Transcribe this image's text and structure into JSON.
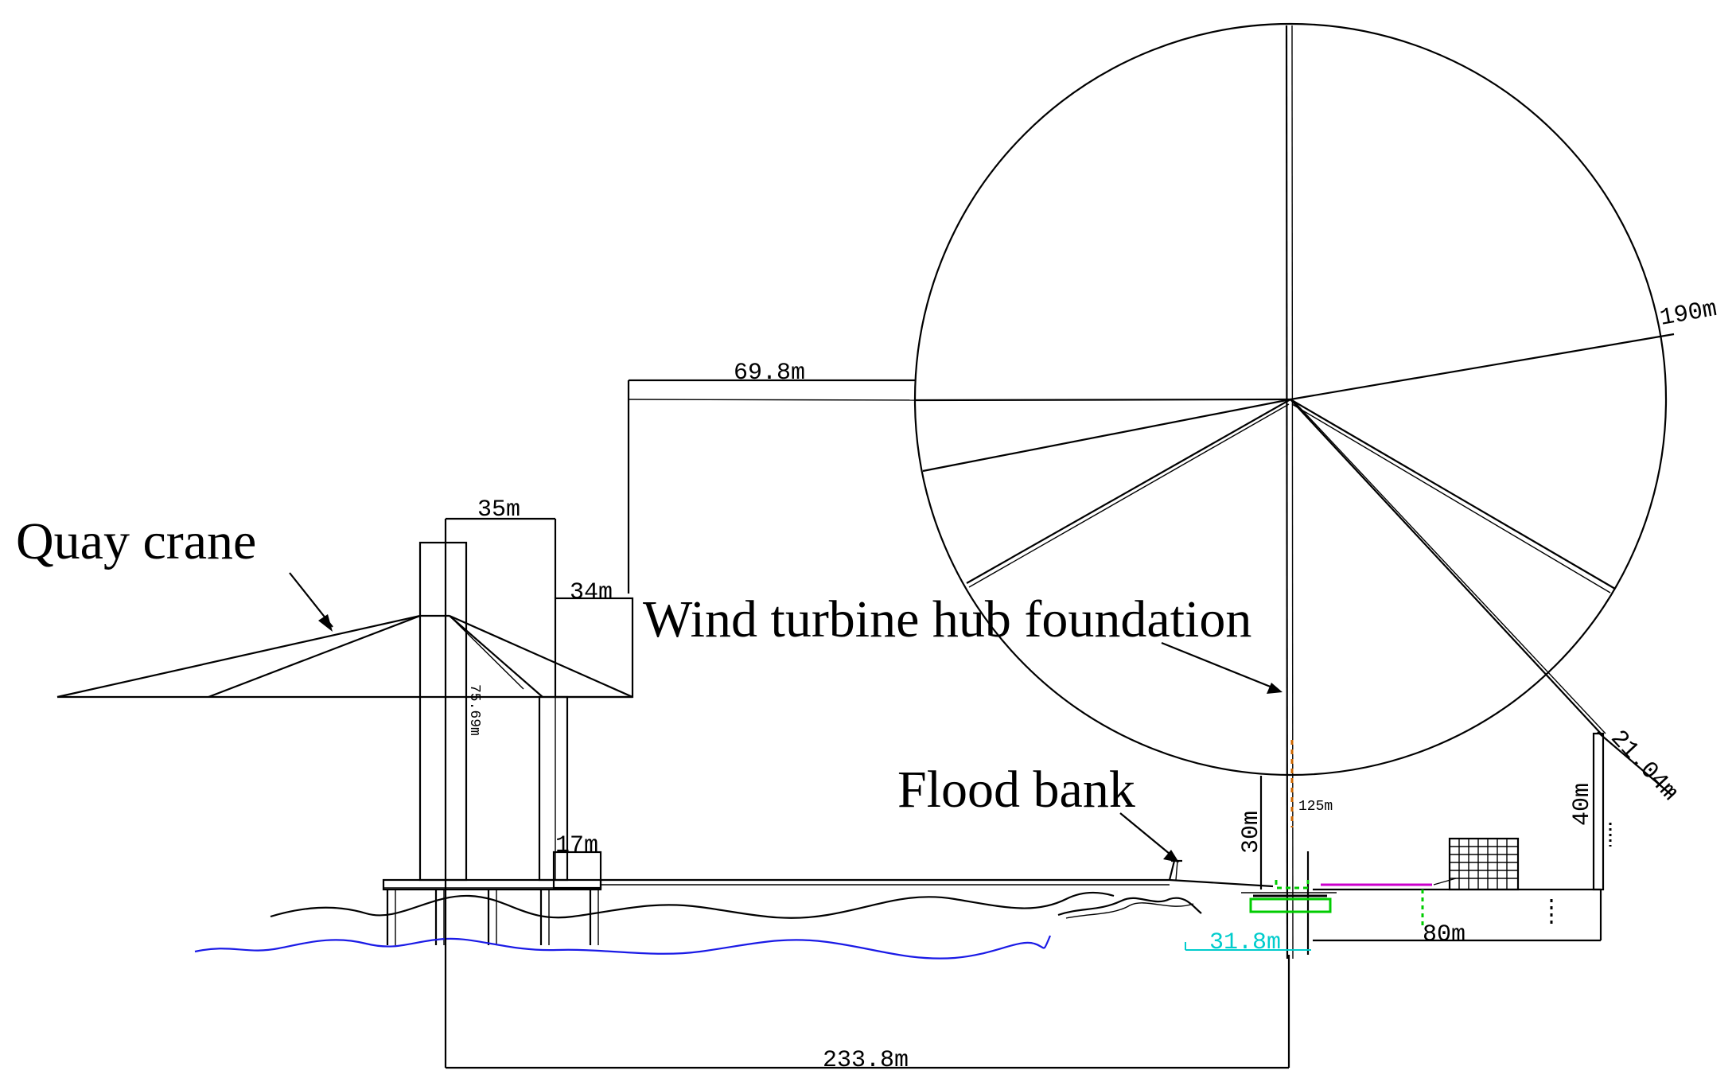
{
  "labels": {
    "quay_crane": "Quay crane",
    "wind_turbine": "Wind turbine hub foundation",
    "flood_bank": "Flood bank"
  },
  "dimensions": {
    "d_69_8": "69.8m",
    "d_35": "35m",
    "d_34": "34m",
    "d_17": "17m",
    "d_190": "190m",
    "d_21_04": "21.04m",
    "d_40": "40m",
    "d_125": "125m",
    "d_30": "30m",
    "d_31_8": "31.8m",
    "d_80": "80m",
    "d_233_8": "233.8m",
    "d_crane_height": "75.69m"
  },
  "colors": {
    "ink": "#000000",
    "water": "#1a1ae6",
    "cyan_dimension": "#00cccc",
    "green_base": "#00cc00",
    "magenta_line": "#cc00cc"
  }
}
